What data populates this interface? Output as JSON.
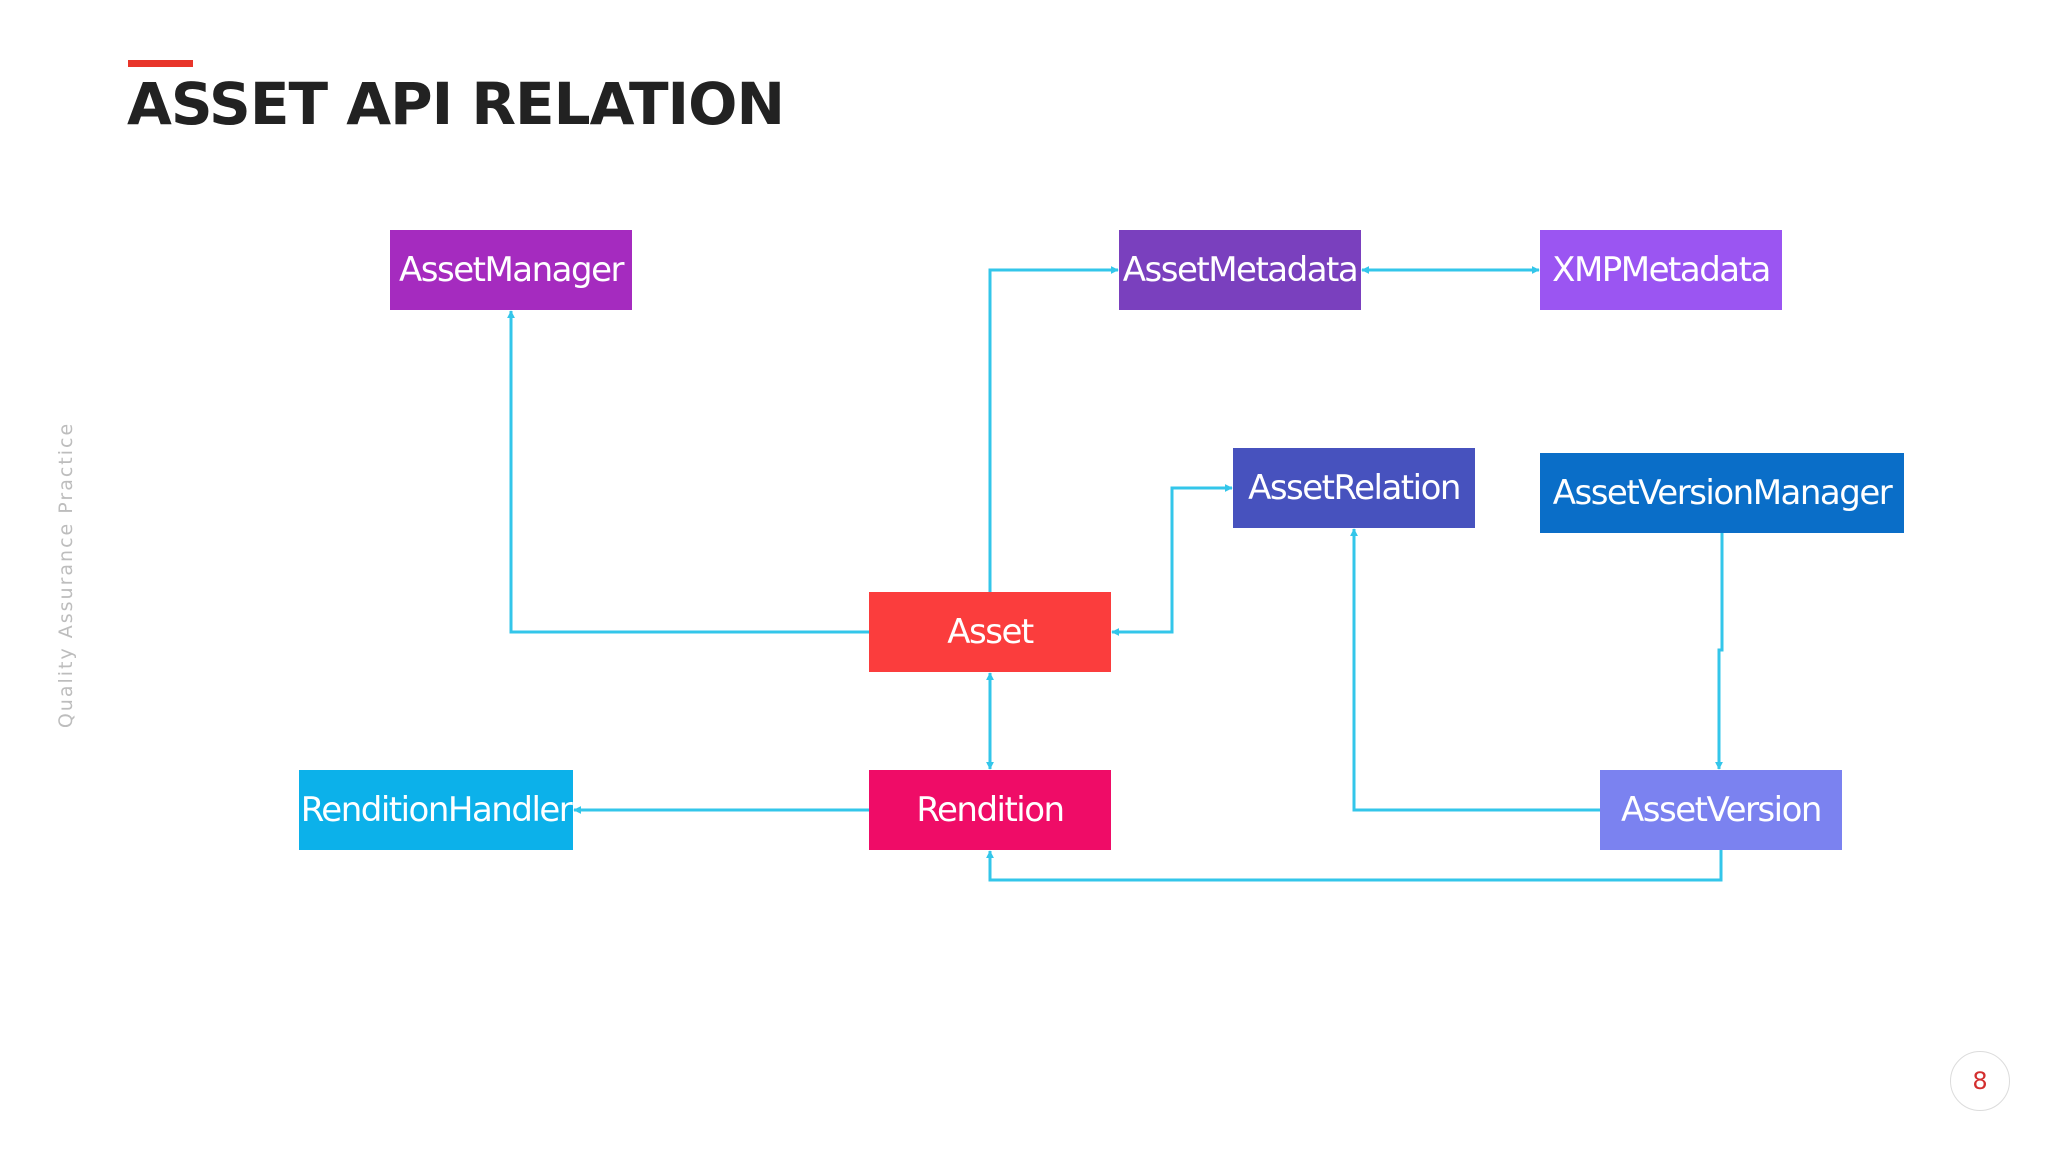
{
  "slide": {
    "title": "ASSET API RELATION",
    "side_label": "Quality Assurance Practice",
    "page_number": "8",
    "accent_color": "#e8352a"
  },
  "diagram": {
    "connector_color": "#33c6ea",
    "nodes": [
      {
        "id": "assetmanager",
        "label": "AssetManager",
        "color": "#a52bbf"
      },
      {
        "id": "assetmetadata",
        "label": "AssetMetadata",
        "color": "#7a40be"
      },
      {
        "id": "xmpmetadata",
        "label": "XMPMetadata",
        "color": "#9b55f2"
      },
      {
        "id": "assetrelation",
        "label": "AssetRelation",
        "color": "#4752be"
      },
      {
        "id": "assetversionmanager",
        "label": "AssetVersionManager",
        "color": "#0a6ec8"
      },
      {
        "id": "asset",
        "label": "Asset",
        "color": "#fb3d3d"
      },
      {
        "id": "renditionhandler",
        "label": "RenditionHandler",
        "color": "#0cb1ea"
      },
      {
        "id": "rendition",
        "label": "Rendition",
        "color": "#ef0c67"
      },
      {
        "id": "assetversion",
        "label": "AssetVersion",
        "color": "#7b82f0"
      }
    ],
    "edges": [
      {
        "from": "asset",
        "to": "assetmanager"
      },
      {
        "from": "asset",
        "to": "assetmetadata"
      },
      {
        "from": "assetmetadata",
        "to": "xmpmetadata",
        "bidirectional": true
      },
      {
        "from": "asset",
        "to": "assetrelation",
        "bidirectional": true
      },
      {
        "from": "asset",
        "to": "rendition",
        "bidirectional": true
      },
      {
        "from": "rendition",
        "to": "renditionhandler"
      },
      {
        "from": "assetversionmanager",
        "to": "assetversion"
      },
      {
        "from": "assetversion",
        "to": "assetrelation"
      },
      {
        "from": "assetversion",
        "to": "rendition"
      }
    ]
  }
}
